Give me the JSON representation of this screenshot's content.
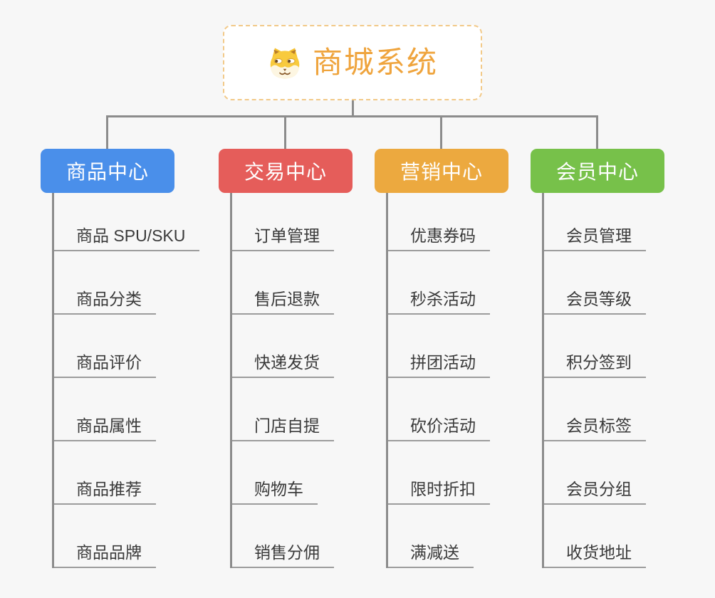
{
  "root": {
    "title": "商城系统",
    "title_color": "#efa43d",
    "border_color": "#f2c988",
    "icon": "dog-icon"
  },
  "colors": {
    "connector": "#8c8c8c",
    "background": "#f7f7f7"
  },
  "branches": [
    {
      "label": "商品中心",
      "color": "#4a8fea",
      "items": [
        "商品 SPU/SKU",
        "商品分类",
        "商品评价",
        "商品属性",
        "商品推荐",
        "商品品牌"
      ]
    },
    {
      "label": "交易中心",
      "color": "#e55d5a",
      "items": [
        "订单管理",
        "售后退款",
        "快递发货",
        "门店自提",
        "购物车",
        "销售分佣"
      ]
    },
    {
      "label": "营销中心",
      "color": "#eca93f",
      "items": [
        "优惠券码",
        "秒杀活动",
        "拼团活动",
        "砍价活动",
        "限时折扣",
        "满减送"
      ]
    },
    {
      "label": "会员中心",
      "color": "#77c14a",
      "items": [
        "会员管理",
        "会员等级",
        "积分签到",
        "会员标签",
        "会员分组",
        "收货地址"
      ]
    }
  ]
}
